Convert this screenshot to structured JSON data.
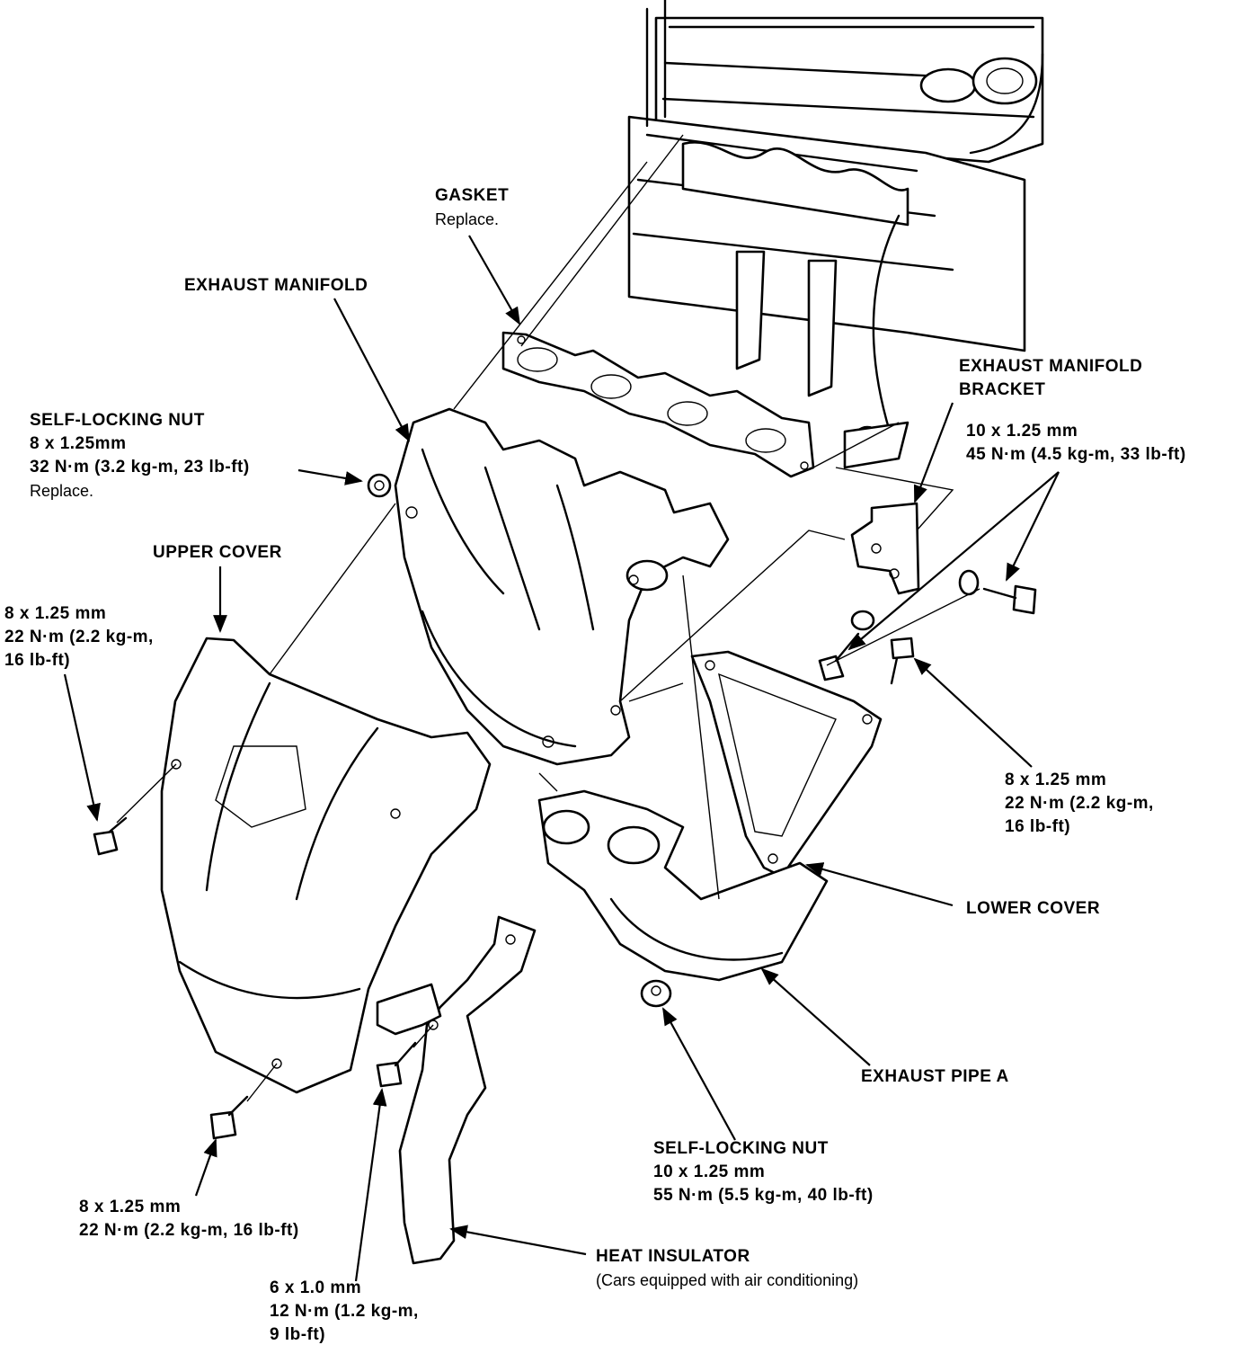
{
  "labels": {
    "gasket": {
      "title": "GASKET",
      "note": "Replace."
    },
    "exhaust_manifold": {
      "title": "EXHAUST MANIFOLD"
    },
    "self_locking_nut_top": {
      "title": "SELF-LOCKING NUT",
      "size": "8 x 1.25mm",
      "torque": "32 N·m (3.2 kg-m, 23 lb-ft)",
      "note": "Replace."
    },
    "upper_cover": {
      "title": "UPPER COVER"
    },
    "upper_cover_bolt": {
      "size": "8 x 1.25 mm",
      "torque1": "22 N·m (2.2 kg-m,",
      "torque2": "16 lb-ft)"
    },
    "exhaust_manifold_bracket": {
      "title1": "EXHAUST MANIFOLD",
      "title2": "BRACKET"
    },
    "bracket_bolt": {
      "size": "10 x 1.25 mm",
      "torque": "45 N·m (4.5 kg-m, 33 lb-ft)"
    },
    "lower_cover_bolt": {
      "size": "8 x 1.25 mm",
      "torque1": "22 N·m (2.2 kg-m,",
      "torque2": "16 lb-ft)"
    },
    "lower_cover": {
      "title": "LOWER COVER"
    },
    "exhaust_pipe_a": {
      "title": "EXHAUST PIPE A"
    },
    "self_locking_nut_bottom": {
      "title": "SELF-LOCKING NUT",
      "size": "10 x 1.25 mm",
      "torque": "55 N·m (5.5 kg-m, 40 lb-ft)"
    },
    "cover_bottom_bolt": {
      "size": "8 x 1.25 mm",
      "torque": "22 N·m (2.2 kg-m, 16 lb-ft)"
    },
    "heat_insulator": {
      "title": "HEAT INSULATOR",
      "note": "(Cars equipped with air conditioning)"
    },
    "insulator_bolt": {
      "size": "6 x 1.0 mm",
      "torque1": "12 N·m (1.2 kg-m,",
      "torque2": "9 lb-ft)"
    }
  }
}
